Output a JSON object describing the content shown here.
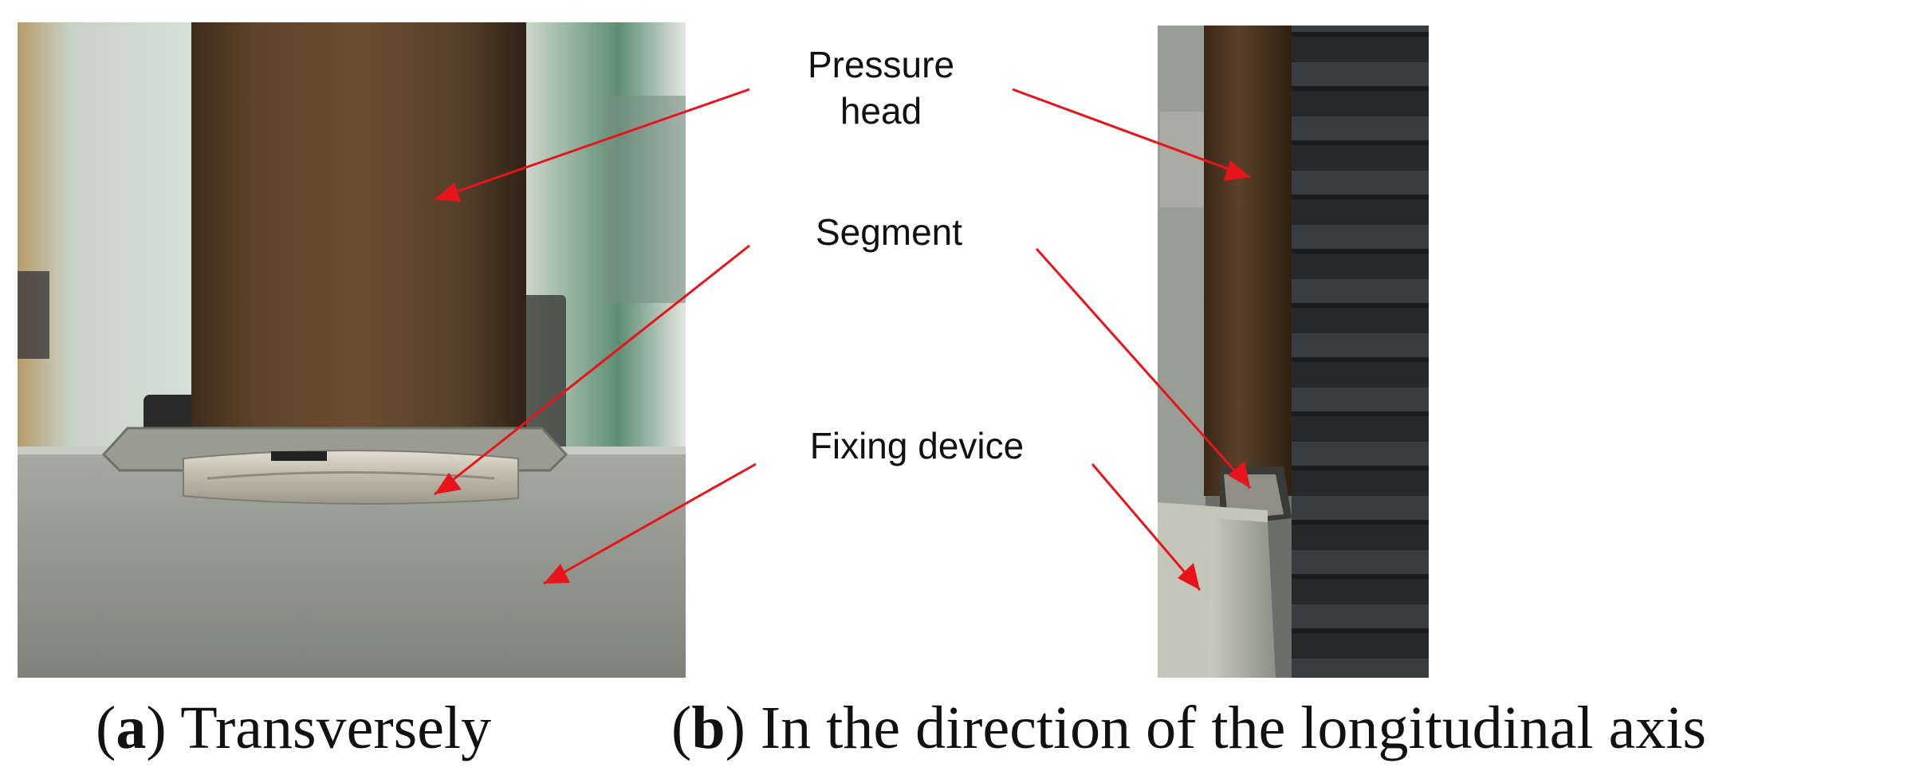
{
  "labels": {
    "pressure_head_line1": "Pressure",
    "pressure_head_line2": "head",
    "segment": "Segment",
    "fixing_device": "Fixing device"
  },
  "captions": {
    "a": {
      "letter": "a",
      "text": "Transversely"
    },
    "b": {
      "letter": "b",
      "text": "In the direction of the longitudinal axis"
    }
  },
  "colors": {
    "arrow": "#e8141b",
    "pressure_head": "#5a4128",
    "fixing_device": "#8e9186",
    "segment": "#c8c6b8",
    "belt": "#2b2d2f"
  }
}
